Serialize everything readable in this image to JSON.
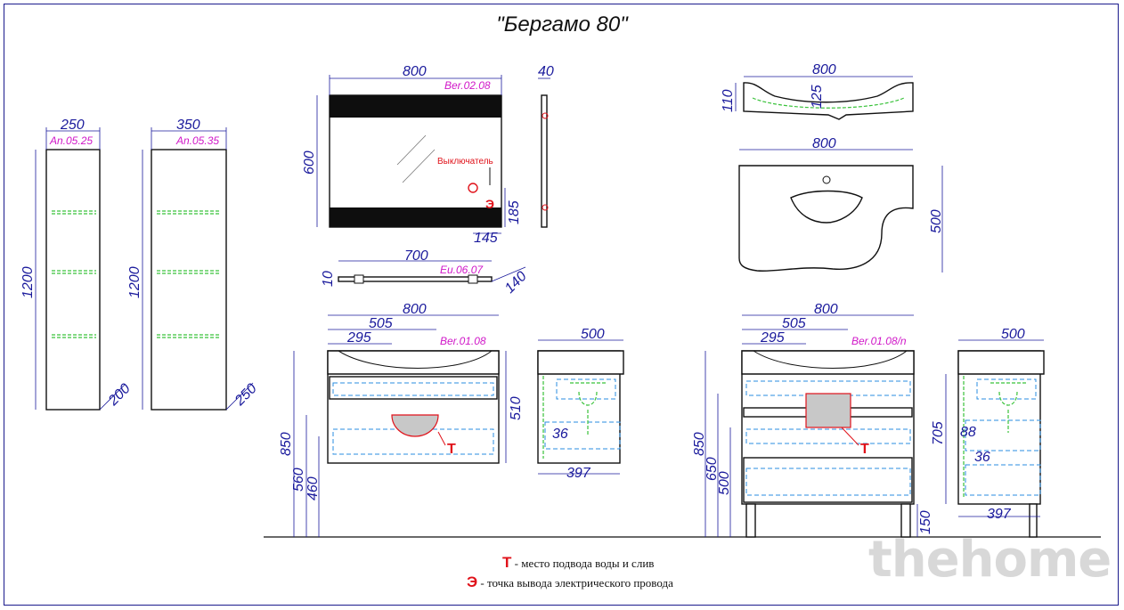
{
  "title": "\"Бергамо 80\"",
  "colors": {
    "dimension": "#1a1a9c",
    "code": "#d017c8",
    "marker": "#e0121a",
    "hidden_line": "#2a8ee0",
    "shelf_line": "#39c23a"
  },
  "cabinets": {
    "small": {
      "width": "250",
      "height": "1200",
      "depth": "200",
      "code": "An.05.25"
    },
    "large": {
      "width": "350",
      "height": "1200",
      "depth": "250",
      "code": "An.05.35"
    }
  },
  "mirror": {
    "width": "800",
    "height": "600",
    "code": "Ber.02.08",
    "switch_label": "Выключатель",
    "switch_mark": "Э",
    "depth": "40",
    "switch_height": "185",
    "switch_offset": "145"
  },
  "shelf": {
    "width": "700",
    "thickness": "10",
    "depth": "140",
    "code": "Eu.06.07"
  },
  "sink": {
    "width": "800",
    "side_height": "110",
    "depth": "500",
    "small_dim": "125"
  },
  "vanity_wall": {
    "width": "800",
    "dim_505": "505",
    "dim_295": "295",
    "code": "Ber.01.08",
    "height_850": "850",
    "height_560": "560",
    "height_460": "460",
    "body_510": "510",
    "mark": "Т",
    "side_depth": "500",
    "side_depth2": "397",
    "side_36": "36"
  },
  "vanity_floor": {
    "width": "800",
    "dim_505": "505",
    "dim_295": "295",
    "code": "Ber.01.08/n",
    "height_850": "850",
    "height_650": "650",
    "height_500": "500",
    "legs": "150",
    "mark": "Т",
    "side_depth": "500",
    "side_705": "705",
    "side_88": "88",
    "side_36": "36",
    "side_depth2": "397"
  },
  "legend": [
    {
      "mark": "Т",
      "text": "- место подвода воды и слив"
    },
    {
      "mark": "Э",
      "text": "-  точка вывода электрического провода"
    }
  ],
  "watermark": "thehome"
}
